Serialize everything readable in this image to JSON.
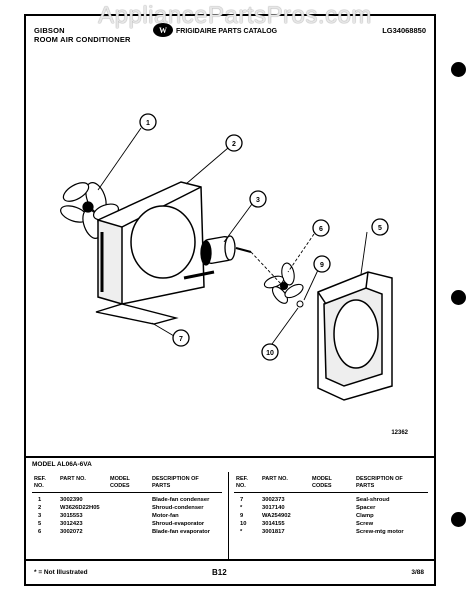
{
  "watermark": "AppliancePartsPros.com",
  "header": {
    "brand": "GIBSON",
    "product": "ROOM AIR CONDITIONER",
    "center_title": "FRIGIDAIRE PARTS CATALOG",
    "catalog_number": "LG34068850"
  },
  "diagram": {
    "callouts": [
      "1",
      "2",
      "3",
      "6",
      "5",
      "9",
      "10",
      "7"
    ],
    "code": "12362"
  },
  "parts_list": {
    "model_line": "MODEL AL06A-6VA",
    "columns": {
      "ref": "REF. NO.",
      "part": "PART NO.",
      "model": "MODEL CODES",
      "desc": "DESCRIPTION OF PARTS"
    },
    "left_rows": [
      {
        "ref": "1",
        "part": "3002390",
        "desc": "Blade-fan condenser"
      },
      {
        "ref": "2",
        "part": "W3626D22H05",
        "desc": "Shroud-condenser"
      },
      {
        "ref": "3",
        "part": "3015553",
        "desc": "Motor-fan"
      },
      {
        "ref": "5",
        "part": "3012423",
        "desc": "Shroud-evaporator"
      },
      {
        "ref": "6",
        "part": "3002072",
        "desc": "Blade-fan evaporator"
      }
    ],
    "right_rows": [
      {
        "ref": "7",
        "part": "3002373",
        "desc": "Seal-shroud"
      },
      {
        "ref": "*",
        "part": "3017140",
        "desc": "Spacer"
      },
      {
        "ref": "9",
        "part": "WA254902",
        "desc": "Clamp"
      },
      {
        "ref": "10",
        "part": "3014155",
        "desc": "Screw"
      },
      {
        "ref": "*",
        "part": "3001817",
        "desc": "Screw-mtg motor"
      }
    ]
  },
  "footer": {
    "note": "* = Not Illustrated",
    "page": "B12",
    "date": "3/88"
  }
}
